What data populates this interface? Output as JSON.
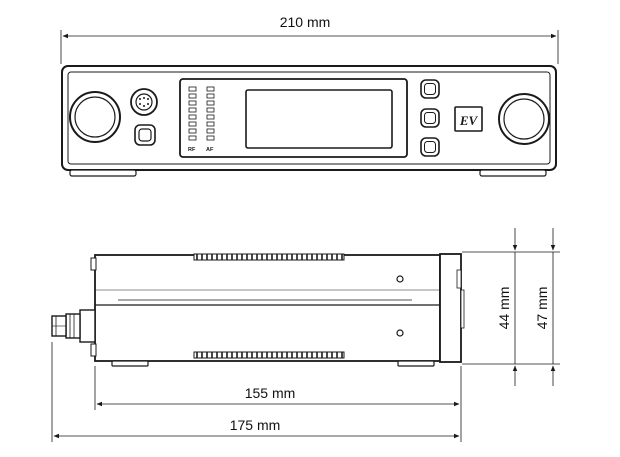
{
  "dimensions": {
    "front_width": "210 mm",
    "body_depth": "155 mm",
    "total_depth": "175 mm",
    "body_height": "44 mm",
    "total_height": "47 mm"
  },
  "front_panel": {
    "meter_labels": [
      "RF",
      "AF"
    ],
    "logo_text": "EV"
  },
  "colors": {
    "line": "#1a1a1a",
    "panel_fill": "#ffffff",
    "screen_fill": "#ffffff"
  }
}
